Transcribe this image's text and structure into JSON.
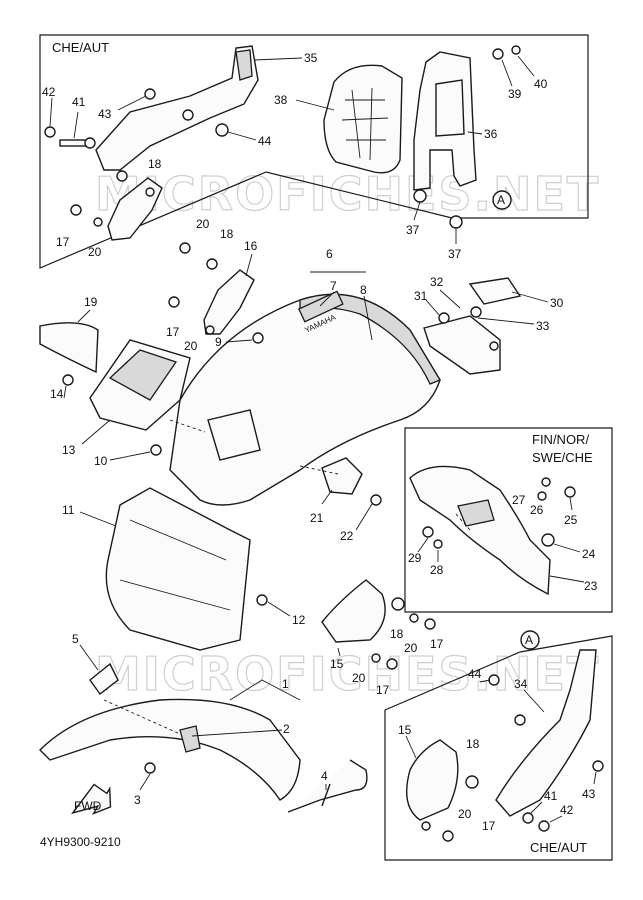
{
  "diagram": {
    "part_number_code": "4YH9300-9210",
    "watermark_text": "MICROFICHES.NET",
    "inset_labels": {
      "top_left": "CHE/AUT",
      "right_top_line1": "FIN/NOR/",
      "right_top_line2": "SWE/CHE",
      "bottom_right": "CHE/AUT"
    },
    "circle_reference": "A",
    "direction_arrow": "FWD",
    "decal_text": "YAMAHA",
    "callouts": [
      "1",
      "2",
      "3",
      "4",
      "5",
      "6",
      "7",
      "8",
      "9",
      "10",
      "11",
      "12",
      "13",
      "14",
      "15",
      "16",
      "17",
      "18",
      "19",
      "20",
      "21",
      "22",
      "23",
      "24",
      "25",
      "26",
      "27",
      "28",
      "29",
      "30",
      "31",
      "32",
      "33",
      "34",
      "35",
      "36",
      "37",
      "38",
      "39",
      "40",
      "41",
      "42",
      "43",
      "44"
    ]
  }
}
